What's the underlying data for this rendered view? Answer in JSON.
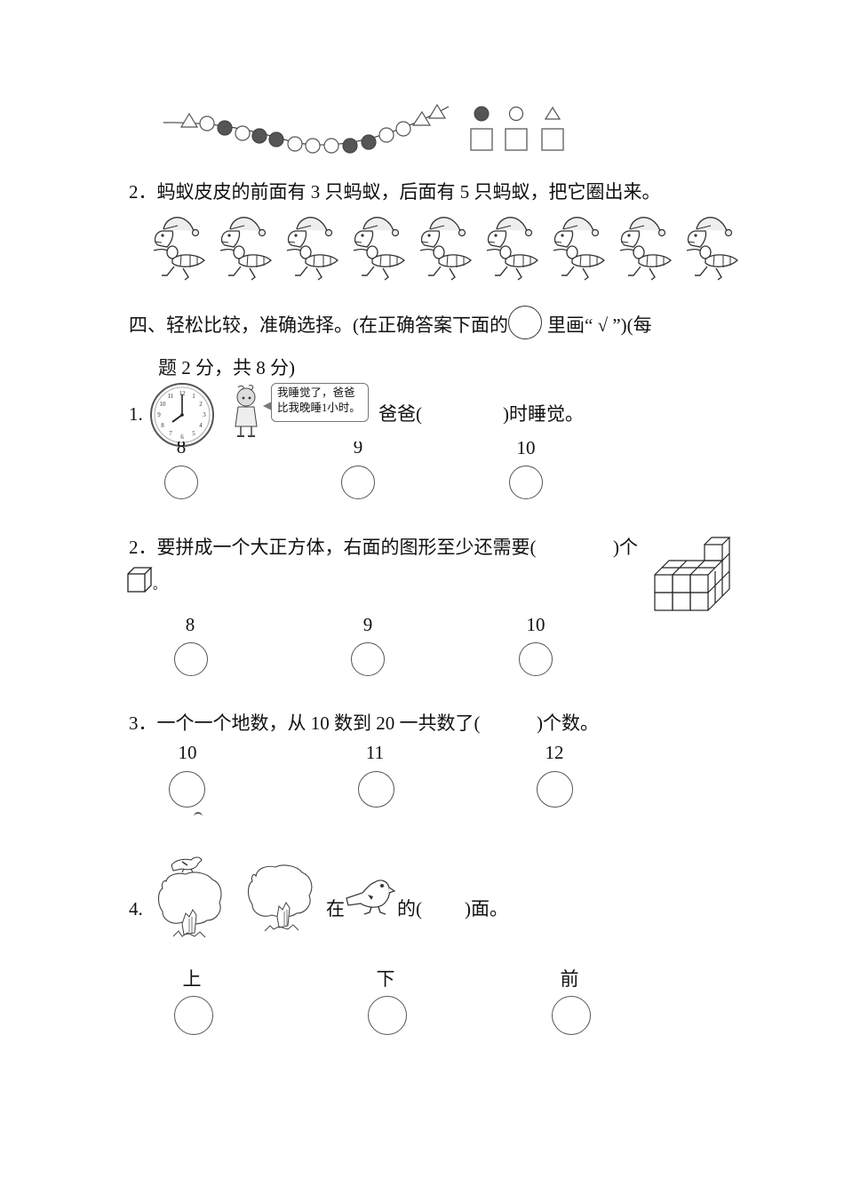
{
  "bead_puzzle": {
    "sequence": [
      "triangle",
      "white",
      "black",
      "white",
      "black",
      "black",
      "white",
      "white",
      "white",
      "black",
      "black",
      "white",
      "white",
      "triangle",
      "triangle"
    ],
    "legend": [
      {
        "shape": "black-circle"
      },
      {
        "shape": "white-circle"
      },
      {
        "shape": "triangle"
      }
    ]
  },
  "q2_ants": {
    "text": "2．蚂蚁皮皮的前面有 3 只蚂蚁，后面有 5 只蚂蚁，把它圈出来。",
    "ant_count": 9
  },
  "section4": {
    "heading_line1_a": "四、轻松比较，准确选择。(在正确答案下面的",
    "heading_line1_b": "里画“ √ ”)(每",
    "heading_line2": "题 2 分，共 8 分)"
  },
  "q1": {
    "number": "1.",
    "clock_time": "8:00",
    "speech_line1": "我睡觉了，爸爸",
    "speech_line2": "比我晚睡1小时。",
    "text_a": "爸爸(",
    "text_b": ")时睡觉。",
    "options": [
      "8",
      "9",
      "10"
    ]
  },
  "q2": {
    "text_a": "2．要拼成一个大正方体，右面的图形至少还需要(",
    "text_b": ")个",
    "text_c": "。",
    "options": [
      "8",
      "9",
      "10"
    ]
  },
  "q3": {
    "text_a": "3．一个一个地数，从 10 数到 20 一共数了(",
    "text_b": ")个数。",
    "options": [
      "10",
      "11",
      "12"
    ]
  },
  "q4": {
    "number": "4.",
    "text_a": "在",
    "text_b": "的(",
    "text_c": ")面。",
    "options": [
      "上",
      "下",
      "前"
    ]
  }
}
